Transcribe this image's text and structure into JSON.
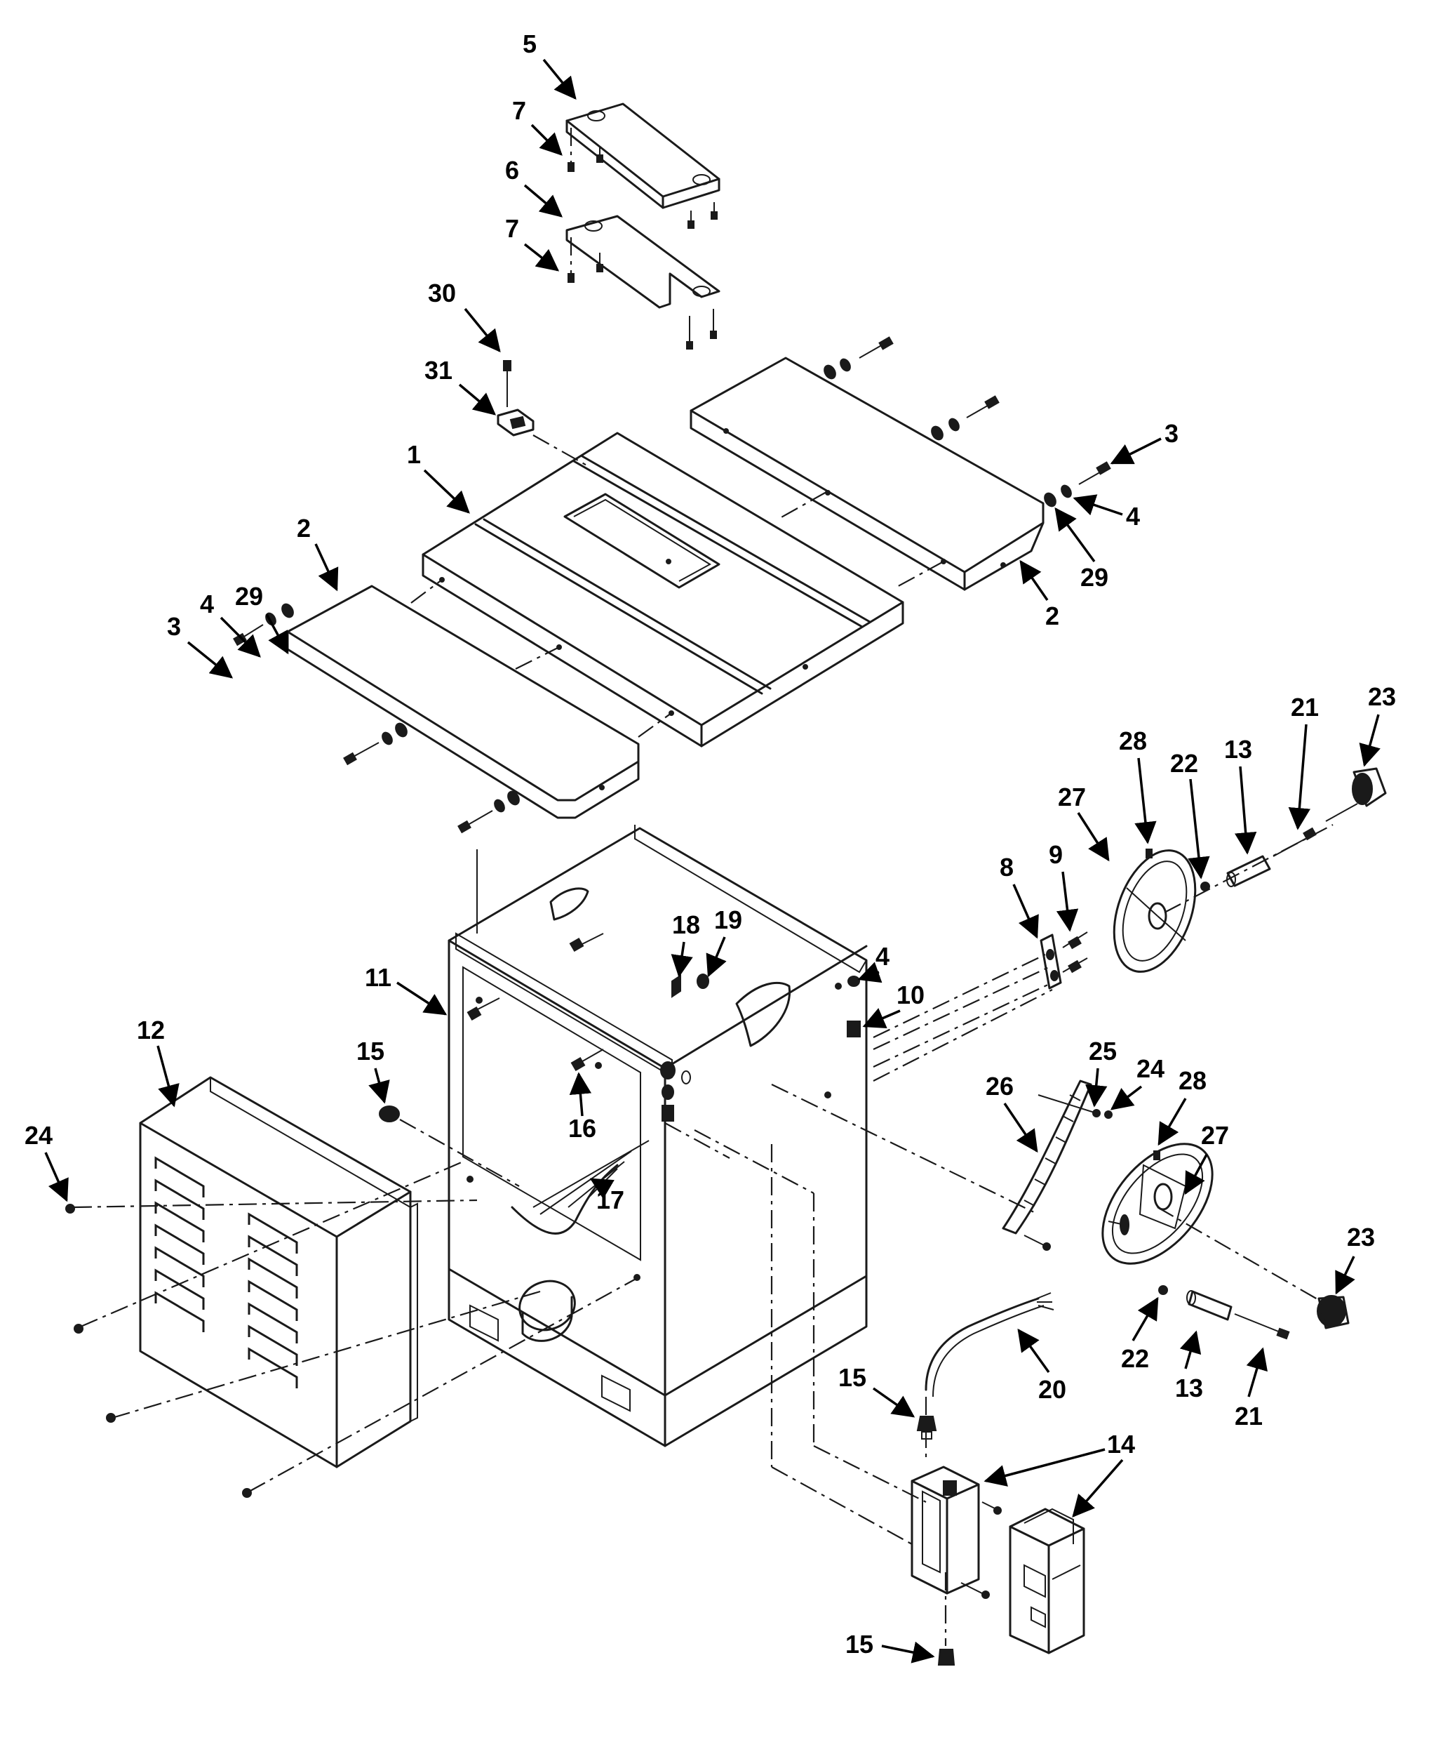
{
  "callouts": {
    "c5": "5",
    "c7a": "7",
    "c6": "6",
    "c7b": "7",
    "c30": "30",
    "c31": "31",
    "c1": "1",
    "c3r": "3",
    "c4r": "4",
    "c29r": "29",
    "c2r": "2",
    "c2l": "2",
    "c4l": "4",
    "c29l": "29",
    "c3l": "3",
    "c28t": "28",
    "c22t": "22",
    "c13t": "13",
    "c21t": "21",
    "c23t": "23",
    "c27t": "27",
    "c8": "8",
    "c9": "9",
    "c18": "18",
    "c19": "19",
    "c4m": "4",
    "c10": "10",
    "c11": "11",
    "c12": "12",
    "c15a": "15",
    "c16": "16",
    "c17": "17",
    "c24l": "24",
    "c25": "25",
    "c24r": "24",
    "c28b": "28",
    "c26": "26",
    "c27b": "27",
    "c23b": "23",
    "c22b": "22",
    "c13b": "13",
    "c21b": "21",
    "c20": "20",
    "c15b": "15",
    "c14": "14",
    "c15c": "15"
  }
}
